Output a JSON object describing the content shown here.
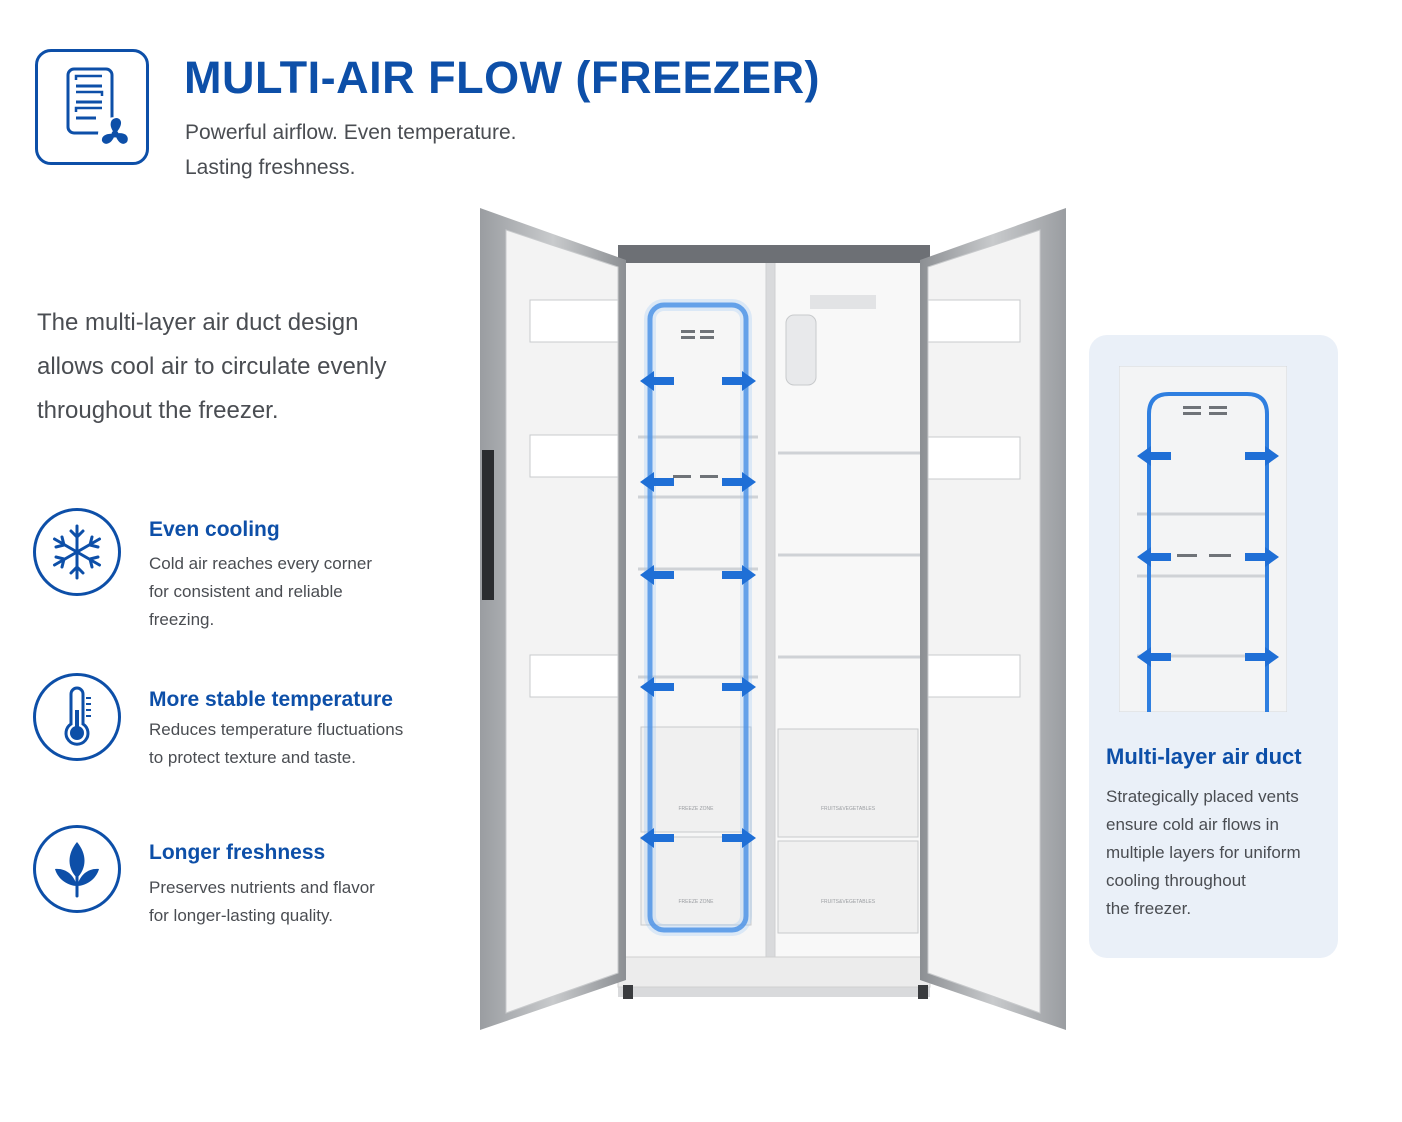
{
  "header": {
    "title": "MULTI-AIR FLOW (FREEZER)",
    "subtitle_lines": [
      "Powerful airflow. Even temperature.",
      "Lasting freshness."
    ],
    "icon": "airflow-duct-fan-icon"
  },
  "intro": {
    "lines": [
      "The multi-layer air duct design",
      "allows cool air to circulate evenly",
      "throughout the freezer."
    ]
  },
  "features": [
    {
      "icon": "snowflake-icon",
      "title": "Even cooling",
      "lines": [
        "Cold air reaches every corner",
        "for consistent and reliable",
        "freezing."
      ]
    },
    {
      "icon": "thermometer-icon",
      "title": "More stable temperature",
      "lines": [
        "Reduces temperature fluctuations",
        "to protect texture and taste."
      ]
    },
    {
      "icon": "leaf-icon",
      "title": "Longer freshness",
      "lines": [
        "Preserves nutrients and flavor",
        "for longer-lasting quality."
      ]
    }
  ],
  "fridge": {
    "drawer_labels": [
      "FREEZE ZONE",
      "FREEZE ZONE",
      "FRUITS&VEGETABLES",
      "FRUITS&VEGETABLES"
    ]
  },
  "detail_card": {
    "title": "Multi-layer air duct",
    "lines": [
      "Strategically placed vents",
      "ensure cold air flows in",
      "multiple layers for uniform",
      "cooling throughout",
      "the freezer."
    ]
  },
  "colors": {
    "brand_blue": "#0d4fa8",
    "airflow_blue": "#2f7fe0",
    "card_bg": "#eaf0f8"
  }
}
